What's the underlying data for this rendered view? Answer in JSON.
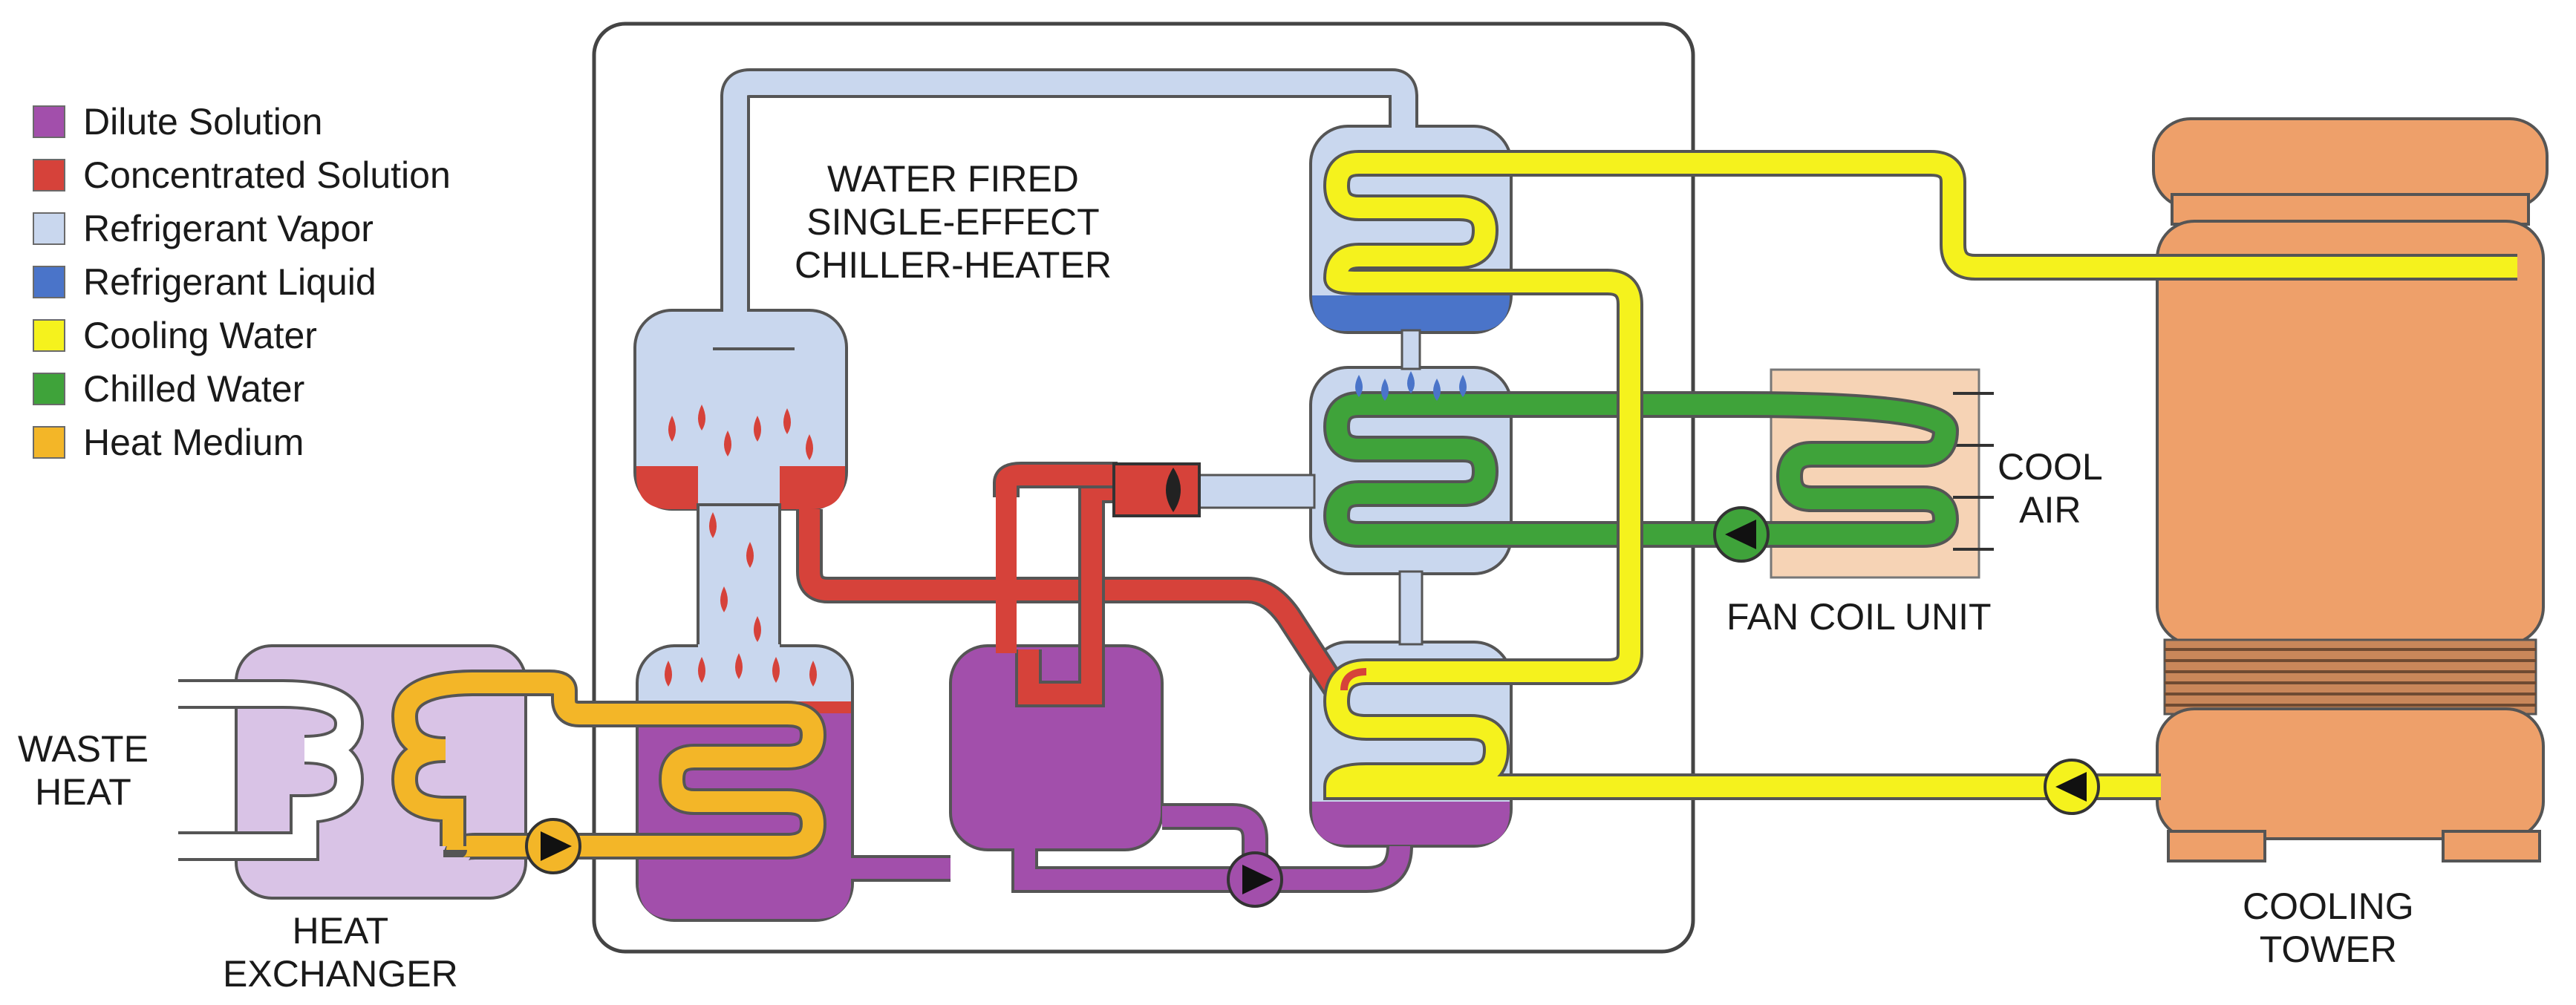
{
  "legend": [
    {
      "label": "Dilute Solution",
      "color": "#a24fab"
    },
    {
      "label": "Concentrated Solution",
      "color": "#d6423a"
    },
    {
      "label": "Refrigerant Vapor",
      "color": "#c9d7ee"
    },
    {
      "label": "Refrigerant Liquid",
      "color": "#4a74c9"
    },
    {
      "label": "Cooling Water",
      "color": "#f5f21d"
    },
    {
      "label": "Chilled Water",
      "color": "#3fa33a"
    },
    {
      "label": "Heat Medium",
      "color": "#f3b628"
    }
  ],
  "labels": {
    "title_line1": "WATER FIRED",
    "title_line2": "SINGLE-EFFECT",
    "title_line3": "CHILLER-HEATER",
    "waste_heat_line1": "WASTE",
    "waste_heat_line2": "HEAT",
    "heat_exchanger_line1": "HEAT",
    "heat_exchanger_line2": "EXCHANGER",
    "fan_coil_unit": "FAN COIL UNIT",
    "cool_air_line1": "COOL",
    "cool_air_line2": "AIR",
    "cooling_tower_line1": "COOLING",
    "cooling_tower_line2": "TOWER"
  },
  "colors": {
    "dilute": "#a24fab",
    "concentrated": "#d6423a",
    "vapor": "#c9d7ee",
    "liquid": "#4a74c9",
    "cooling": "#f5f21d",
    "chilled": "#3fa33a",
    "heat": "#f3b628",
    "tower": "#eea06a",
    "fancoil": "#f6d3b5",
    "hx_box": "#d9c3e6",
    "outline": "#555555"
  }
}
